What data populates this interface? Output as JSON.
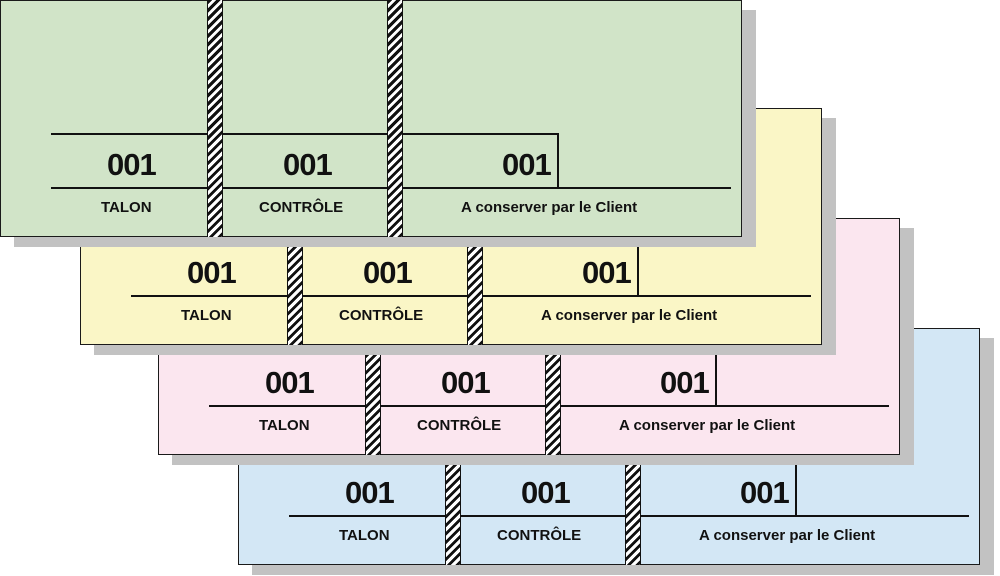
{
  "tickets": [
    {
      "color": "#d1e4c8",
      "number": "001",
      "stub_label": "TALON",
      "control_label": "CONTRÔLE",
      "client_label": "A  conserver par le Client"
    },
    {
      "color": "#faf6c6",
      "number": "001",
      "stub_label": "TALON",
      "control_label": "CONTRÔLE",
      "client_label": "A  conserver par le Client"
    },
    {
      "color": "#fbe6ef",
      "number": "001",
      "stub_label": "TALON",
      "control_label": "CONTRÔLE",
      "client_label": "A  conserver par le Client"
    },
    {
      "color": "#d3e7f5",
      "number": "001",
      "stub_label": "TALON",
      "control_label": "CONTRÔLE",
      "client_label": "A  conserver par le Client"
    }
  ]
}
